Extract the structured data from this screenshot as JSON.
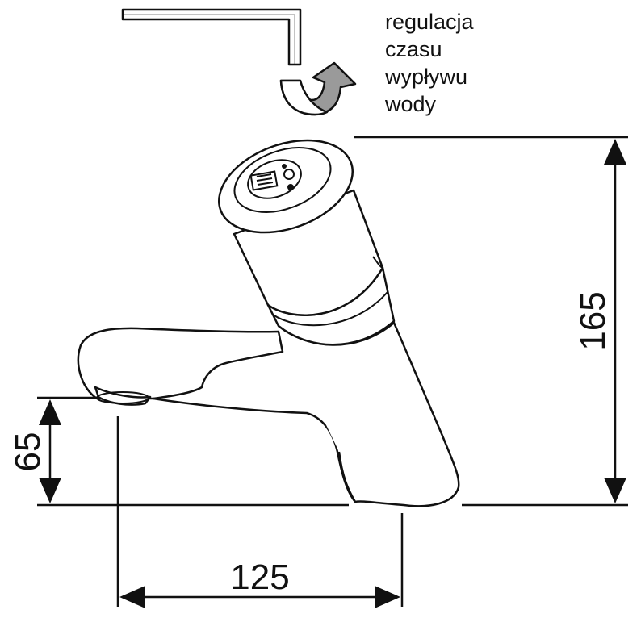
{
  "annotation": {
    "lines": [
      "regulacja",
      "czasu",
      "wypływu",
      "wody"
    ]
  },
  "dimensions": {
    "height_total": "165",
    "spout_height": "65",
    "spout_reach": "125"
  },
  "colors": {
    "line": "#111111",
    "background": "#ffffff",
    "arrow_fill": "#9a9a9a"
  },
  "icons": [
    "hex-key-icon",
    "rotation-arrow-icon"
  ]
}
